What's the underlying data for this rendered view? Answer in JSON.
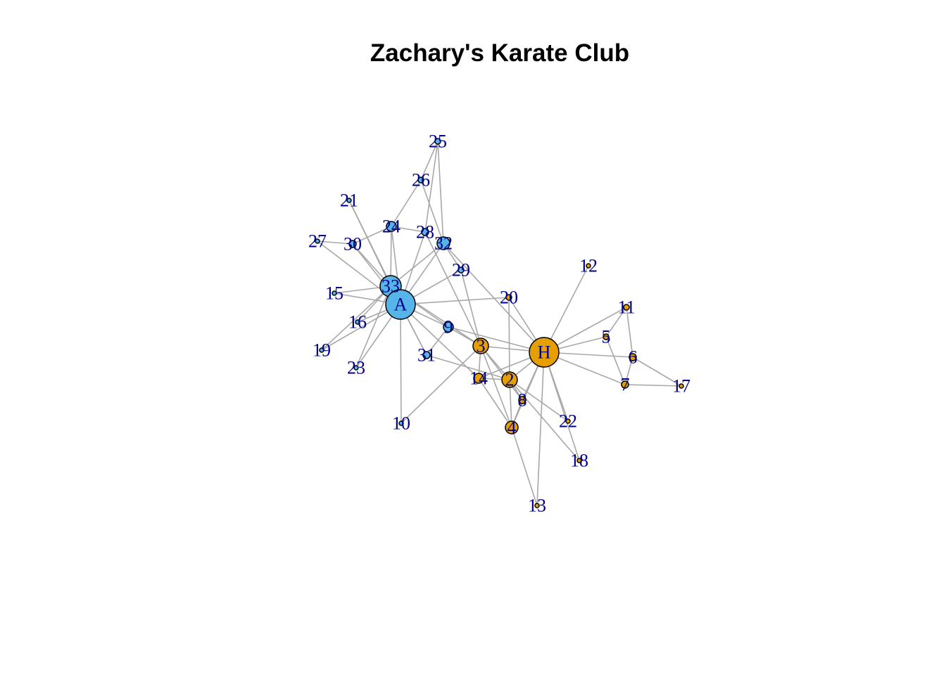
{
  "title": "Zachary's Karate Club",
  "colors": {
    "faction_a": "#56B4E9",
    "faction_h": "#E69F00",
    "edge": "#A8A8A8",
    "label": "#00008B",
    "node_border": "#000000"
  },
  "nodes": [
    {
      "id": "H",
      "label": "H",
      "group": "faction_h",
      "degree": 16
    },
    {
      "id": "2",
      "label": "2",
      "group": "faction_h",
      "degree": 9
    },
    {
      "id": "3",
      "label": "3",
      "group": "faction_h",
      "degree": 10
    },
    {
      "id": "4",
      "label": "4",
      "group": "faction_h",
      "degree": 6
    },
    {
      "id": "5",
      "label": "5",
      "group": "faction_h",
      "degree": 3
    },
    {
      "id": "6",
      "label": "6",
      "group": "faction_h",
      "degree": 4
    },
    {
      "id": "7",
      "label": "7",
      "group": "faction_h",
      "degree": 4
    },
    {
      "id": "8",
      "label": "8",
      "group": "faction_h",
      "degree": 4
    },
    {
      "id": "9",
      "label": "9",
      "group": "faction_a",
      "degree": 5
    },
    {
      "id": "10",
      "label": "10",
      "group": "faction_a",
      "degree": 2
    },
    {
      "id": "11",
      "label": "11",
      "group": "faction_h",
      "degree": 3
    },
    {
      "id": "12",
      "label": "12",
      "group": "faction_h",
      "degree": 1
    },
    {
      "id": "13",
      "label": "13",
      "group": "faction_h",
      "degree": 2
    },
    {
      "id": "14",
      "label": "14",
      "group": "faction_h",
      "degree": 5
    },
    {
      "id": "15",
      "label": "15",
      "group": "faction_a",
      "degree": 2
    },
    {
      "id": "16",
      "label": "16",
      "group": "faction_a",
      "degree": 2
    },
    {
      "id": "17",
      "label": "17",
      "group": "faction_h",
      "degree": 2
    },
    {
      "id": "18",
      "label": "18",
      "group": "faction_h",
      "degree": 2
    },
    {
      "id": "19",
      "label": "19",
      "group": "faction_a",
      "degree": 2
    },
    {
      "id": "20",
      "label": "20",
      "group": "faction_h",
      "degree": 3
    },
    {
      "id": "21",
      "label": "21",
      "group": "faction_a",
      "degree": 2
    },
    {
      "id": "22",
      "label": "22",
      "group": "faction_h",
      "degree": 2
    },
    {
      "id": "23",
      "label": "23",
      "group": "faction_a",
      "degree": 2
    },
    {
      "id": "24",
      "label": "24",
      "group": "faction_a",
      "degree": 5
    },
    {
      "id": "25",
      "label": "25",
      "group": "faction_a",
      "degree": 3
    },
    {
      "id": "26",
      "label": "26",
      "group": "faction_a",
      "degree": 3
    },
    {
      "id": "27",
      "label": "27",
      "group": "faction_a",
      "degree": 2
    },
    {
      "id": "28",
      "label": "28",
      "group": "faction_a",
      "degree": 4
    },
    {
      "id": "29",
      "label": "29",
      "group": "faction_a",
      "degree": 3
    },
    {
      "id": "30",
      "label": "30",
      "group": "faction_a",
      "degree": 4
    },
    {
      "id": "31",
      "label": "31",
      "group": "faction_a",
      "degree": 4
    },
    {
      "id": "32",
      "label": "32",
      "group": "faction_a",
      "degree": 6
    },
    {
      "id": "33",
      "label": "33",
      "group": "faction_a",
      "degree": 12
    },
    {
      "id": "A",
      "label": "A",
      "group": "faction_a",
      "degree": 17
    }
  ],
  "edges": [
    [
      "H",
      "2"
    ],
    [
      "H",
      "3"
    ],
    [
      "H",
      "4"
    ],
    [
      "H",
      "5"
    ],
    [
      "H",
      "6"
    ],
    [
      "H",
      "7"
    ],
    [
      "H",
      "8"
    ],
    [
      "H",
      "9"
    ],
    [
      "H",
      "11"
    ],
    [
      "H",
      "12"
    ],
    [
      "H",
      "13"
    ],
    [
      "H",
      "14"
    ],
    [
      "H",
      "18"
    ],
    [
      "H",
      "20"
    ],
    [
      "H",
      "22"
    ],
    [
      "H",
      "32"
    ],
    [
      "2",
      "3"
    ],
    [
      "2",
      "4"
    ],
    [
      "2",
      "8"
    ],
    [
      "2",
      "14"
    ],
    [
      "2",
      "18"
    ],
    [
      "2",
      "20"
    ],
    [
      "2",
      "22"
    ],
    [
      "2",
      "31"
    ],
    [
      "3",
      "4"
    ],
    [
      "3",
      "8"
    ],
    [
      "3",
      "9"
    ],
    [
      "3",
      "10"
    ],
    [
      "3",
      "14"
    ],
    [
      "3",
      "28"
    ],
    [
      "3",
      "29"
    ],
    [
      "3",
      "33"
    ],
    [
      "4",
      "8"
    ],
    [
      "4",
      "13"
    ],
    [
      "4",
      "14"
    ],
    [
      "5",
      "7"
    ],
    [
      "5",
      "11"
    ],
    [
      "6",
      "7"
    ],
    [
      "6",
      "11"
    ],
    [
      "6",
      "17"
    ],
    [
      "7",
      "17"
    ],
    [
      "9",
      "31"
    ],
    [
      "9",
      "33"
    ],
    [
      "9",
      "A"
    ],
    [
      "10",
      "A"
    ],
    [
      "14",
      "A"
    ],
    [
      "15",
      "33"
    ],
    [
      "15",
      "A"
    ],
    [
      "16",
      "33"
    ],
    [
      "16",
      "A"
    ],
    [
      "19",
      "33"
    ],
    [
      "19",
      "A"
    ],
    [
      "20",
      "A"
    ],
    [
      "21",
      "33"
    ],
    [
      "21",
      "A"
    ],
    [
      "23",
      "33"
    ],
    [
      "23",
      "A"
    ],
    [
      "24",
      "26"
    ],
    [
      "24",
      "28"
    ],
    [
      "24",
      "30"
    ],
    [
      "24",
      "33"
    ],
    [
      "24",
      "A"
    ],
    [
      "25",
      "26"
    ],
    [
      "25",
      "28"
    ],
    [
      "25",
      "32"
    ],
    [
      "26",
      "32"
    ],
    [
      "27",
      "30"
    ],
    [
      "27",
      "A"
    ],
    [
      "28",
      "A"
    ],
    [
      "29",
      "32"
    ],
    [
      "29",
      "A"
    ],
    [
      "30",
      "33"
    ],
    [
      "30",
      "A"
    ],
    [
      "31",
      "33"
    ],
    [
      "31",
      "A"
    ],
    [
      "32",
      "33"
    ],
    [
      "32",
      "A"
    ],
    [
      "33",
      "A"
    ]
  ]
}
